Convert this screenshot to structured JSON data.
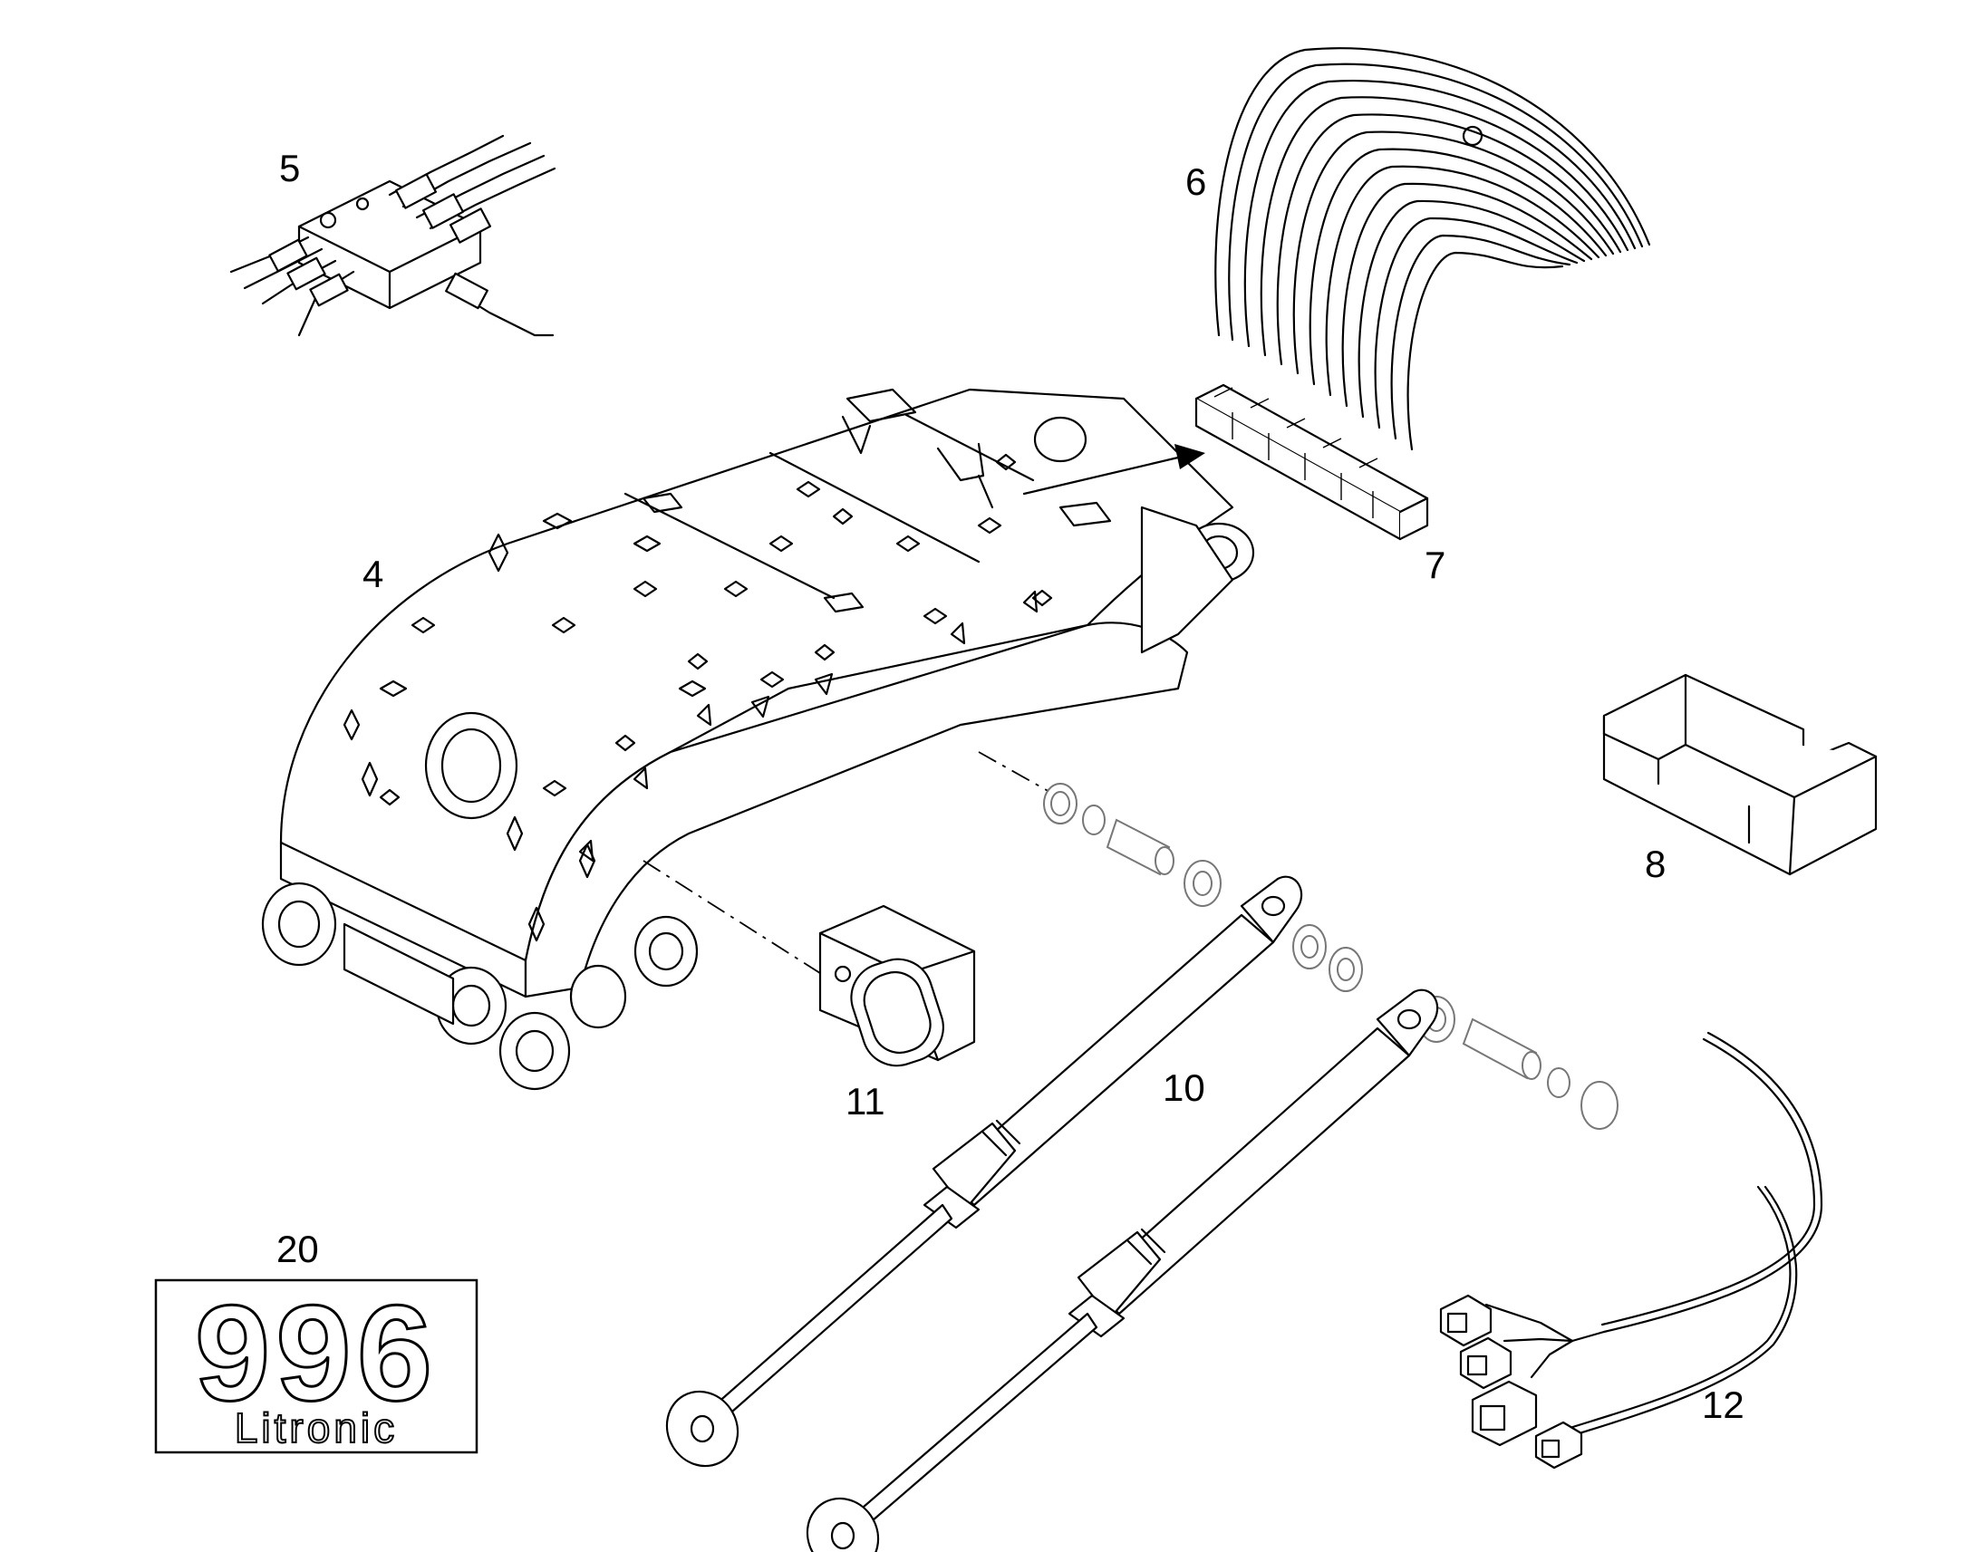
{
  "callouts": {
    "boom": "4",
    "valve_block": "5",
    "hose_bundle": "6",
    "connector_rail": "7",
    "block": "8",
    "cylinders": "10",
    "bracket": "11",
    "cable_harness": "12",
    "decal": "20"
  },
  "decal": {
    "model": "996",
    "brand": "Litronic"
  }
}
